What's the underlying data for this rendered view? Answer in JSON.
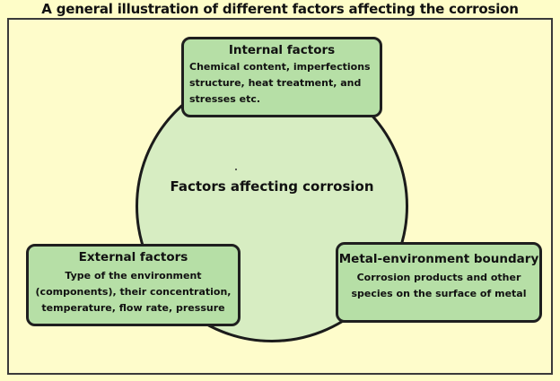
{
  "title": "A general illustration of different factors affecting the corrosion",
  "center": {
    "label": "Factors affecting corrosion"
  },
  "internal": {
    "title": "Internal factors",
    "body": "Chemical content, imperfections\nstructure, heat treatment, and\nstresses etc."
  },
  "external": {
    "title": "External factors",
    "body": "Type of the environment\n(components), their concentration,\ntemperature, flow rate, pressure"
  },
  "boundary": {
    "title": "Metal-environment boundary",
    "body": "Corrosion products and other\nspecies on the surface of metal"
  }
}
